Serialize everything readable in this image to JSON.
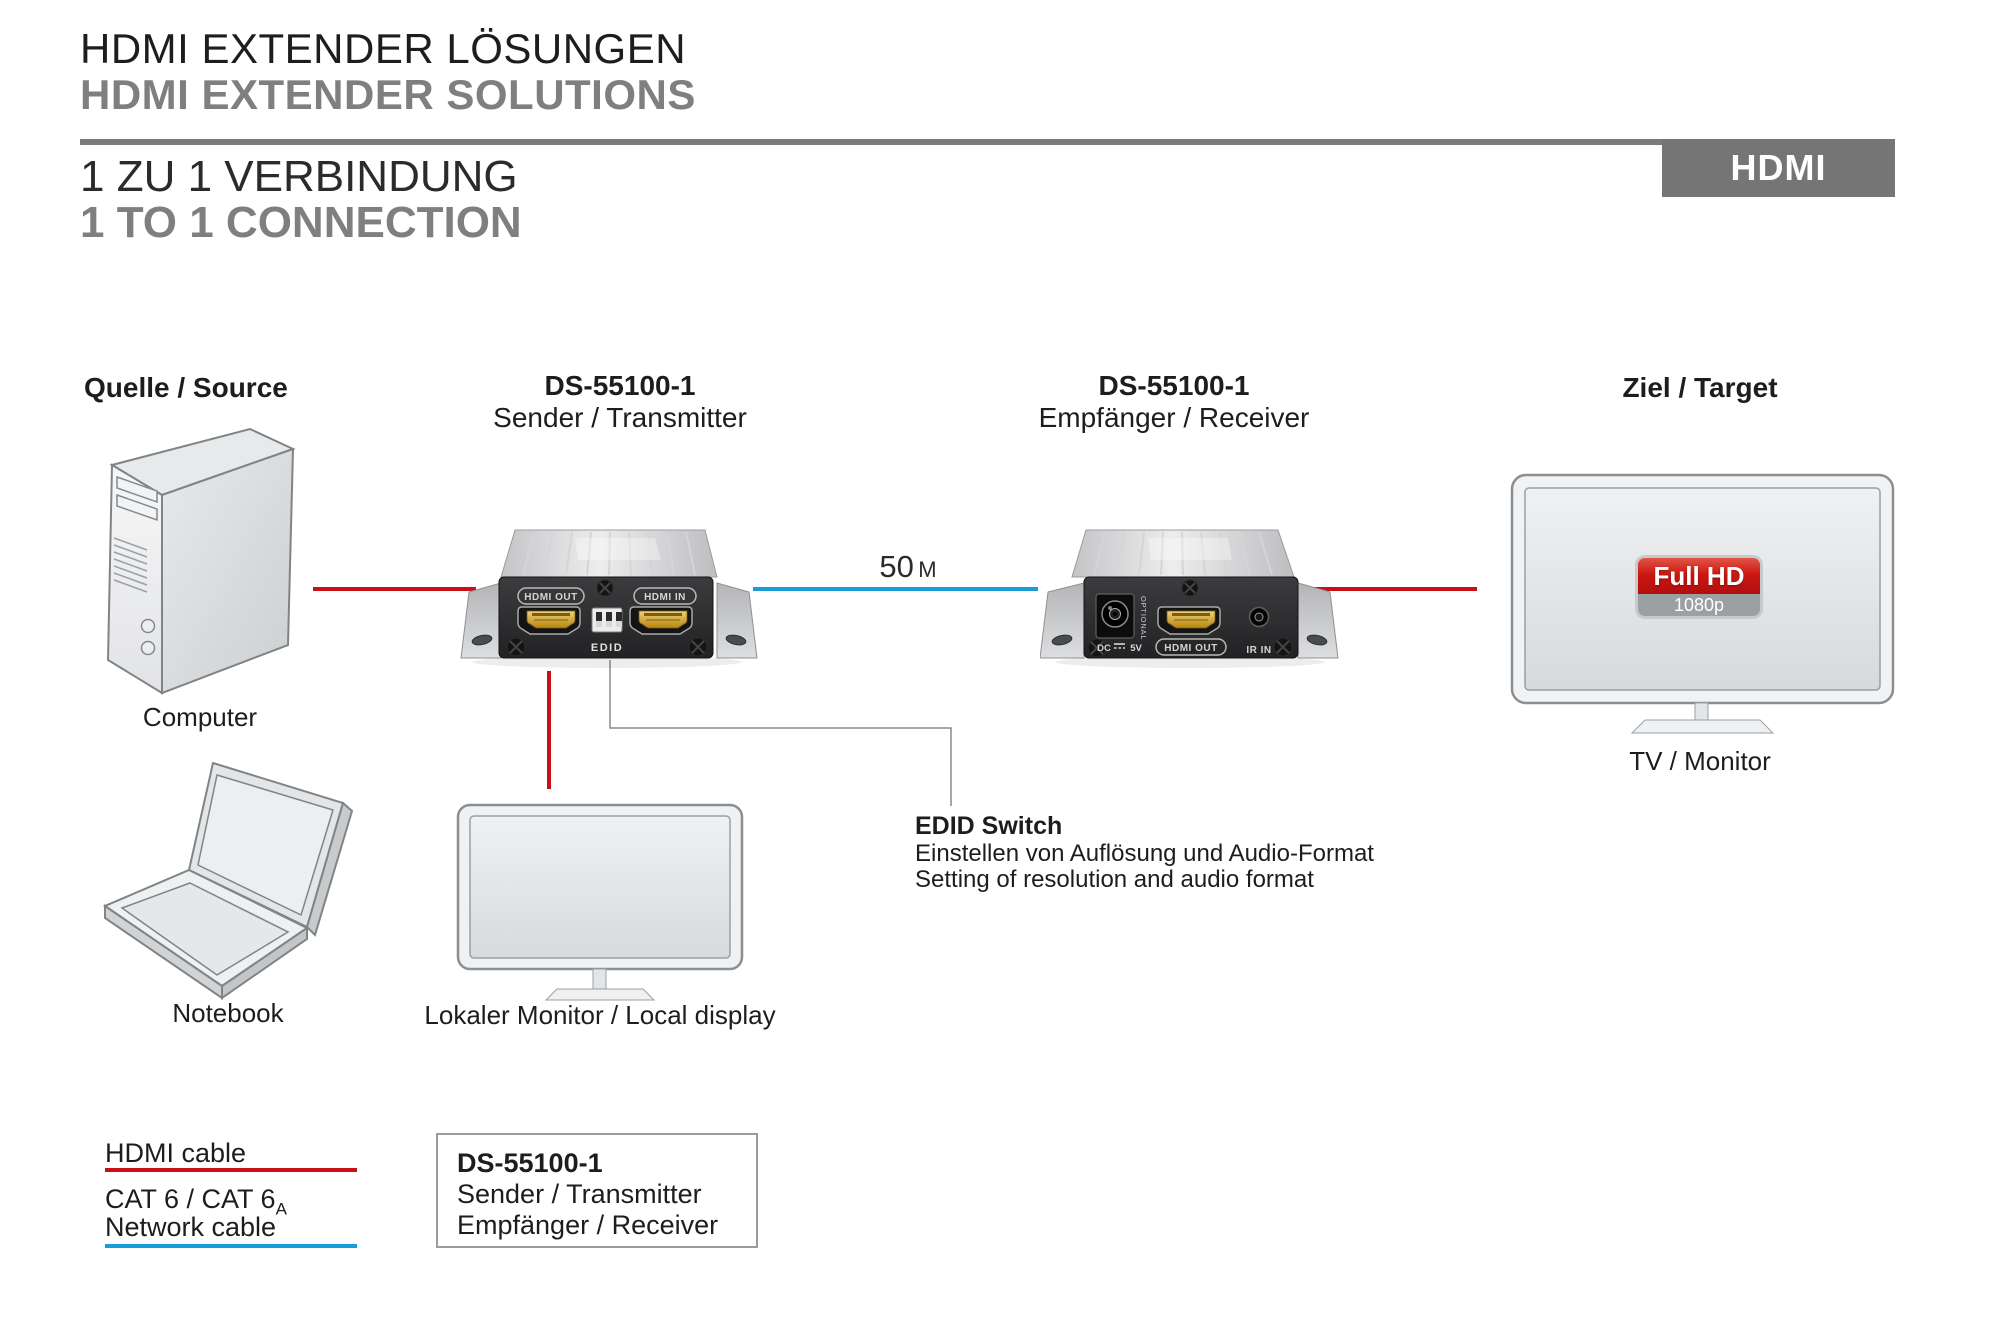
{
  "header": {
    "title_de": "HDMI EXTENDER LÖSUNGEN",
    "title_en": "HDMI EXTENDER SOLUTIONS",
    "subtitle_de": "1 ZU 1 VERBINDUNG",
    "subtitle_en": "1 TO 1 CONNECTION",
    "badge": "HDMI"
  },
  "diagram": {
    "source": {
      "label": "Quelle / Source",
      "computer_label": "Computer",
      "notebook_label": "Notebook"
    },
    "transmitter": {
      "model": "DS-55100-1",
      "role": "Sender / Transmitter",
      "panel": {
        "port_left": "HDMI OUT",
        "port_right": "HDMI IN",
        "dip_label": "EDID"
      }
    },
    "link": {
      "distance_value": "50",
      "distance_unit": "M"
    },
    "receiver": {
      "model": "DS-55100-1",
      "role": "Empfänger / Receiver",
      "panel": {
        "power_dc": "DC",
        "power_v": "5V",
        "optional_label": "OPTIONAL",
        "port_label": "HDMI OUT",
        "ir_label": "IR IN"
      }
    },
    "target": {
      "label": "Ziel / Target",
      "tv_label": "TV / Monitor",
      "badge_line1": "Full HD",
      "badge_line2": "1080p"
    },
    "local_monitor": {
      "label": "Lokaler Monitor / Local display"
    },
    "annotation": {
      "title": "EDID Switch",
      "line_de": "Einstellen von Auflösung und Audio-Format",
      "line_en": "Setting of resolution and audio format"
    }
  },
  "legend": {
    "hdmi_label": "HDMI cable",
    "cat_label": "CAT 6 / CAT 6",
    "cat_sub": "A",
    "network_label": "Network cable"
  },
  "product_box": {
    "model": "DS-55100-1",
    "line1": "Sender / Transmitter",
    "line2": "Empfänger / Receiver"
  },
  "colors": {
    "hdmi_cable": "#c8101b",
    "network_cable": "#1b9bd7",
    "accent_gray": "#7b7b7b",
    "badge_bg": "#757575",
    "text_dark": "#1d1d1b",
    "text_gray": "#7f7f7f",
    "fullhd_red": "#cd1712",
    "fullhd_bar": "#9aa0a4"
  }
}
